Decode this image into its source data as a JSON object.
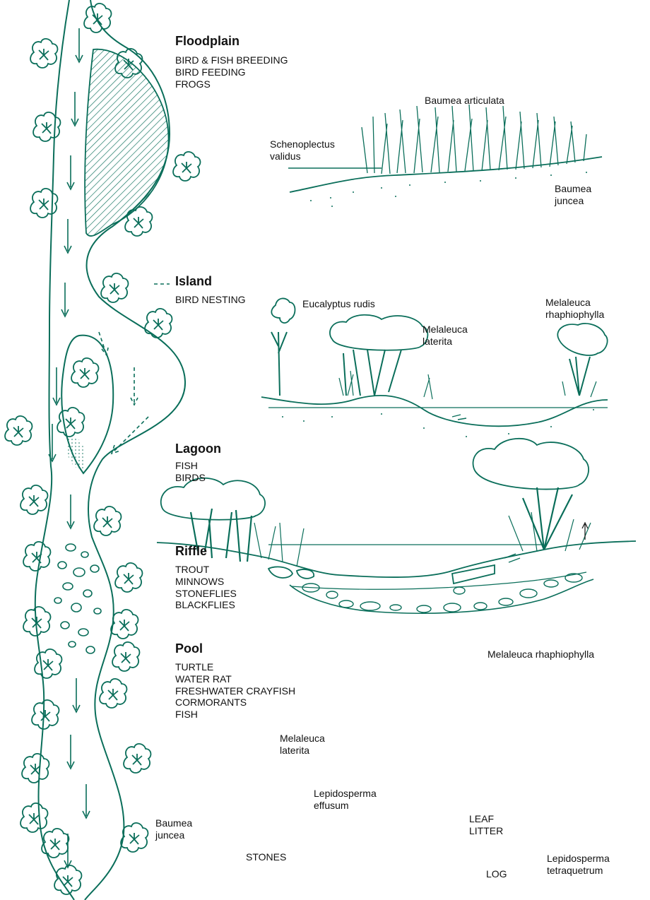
{
  "habitats": [
    {
      "id": "floodplain",
      "title": "Floodplain",
      "uses": [
        "BIRD & FISH BREEDING",
        "BIRD FEEDING",
        "FROGS"
      ]
    },
    {
      "id": "island",
      "title": "Island",
      "uses": [
        "BIRD NESTING"
      ]
    },
    {
      "id": "lagoon",
      "title": "Lagoon",
      "uses": [
        "FISH",
        "BIRDS"
      ]
    },
    {
      "id": "riffle",
      "title": "Riffle",
      "uses": [
        "TROUT",
        "MINNOWS",
        "STONEFLIES",
        "BLACKFLIES"
      ]
    },
    {
      "id": "pool",
      "title": "Pool",
      "uses": [
        "TURTLE",
        "WATER RAT",
        "FRESHWATER CRAYFISH",
        "CORMORANTS",
        "FISH"
      ]
    }
  ],
  "plant_labels": {
    "baumea_articulata": "Baumea articulata",
    "schenoplectus_validus": "Schenoplectus\nvalidus",
    "baumea_juncea_top": "Baumea\njuncea",
    "eucalyptus_rudis": "Eucalyptus rudis",
    "melaleuca_laterita_island": "Melaleuca\nlaterita",
    "melaleuca_rhaphiophylla_island": "Melaleuca\nrhaphiophylla",
    "melaleuca_rhaphiophylla_pool": "Melaleuca rhaphiophylla",
    "melaleuca_laterita_pool": "Melaleuca\nlaterita",
    "lepidosperma_effusum": "Lepidosperma\neffusum",
    "baumea_juncea_pool": "Baumea\njuncea",
    "lepidosperma_tetraquetrum": "Lepidosperma\ntetraquetrum"
  },
  "feature_labels": {
    "stones": "STONES",
    "log": "LOG",
    "leaf_litter": "LEAF\nLITTER"
  },
  "colors": {
    "ink": "#0a6e5a",
    "text": "#111111"
  }
}
